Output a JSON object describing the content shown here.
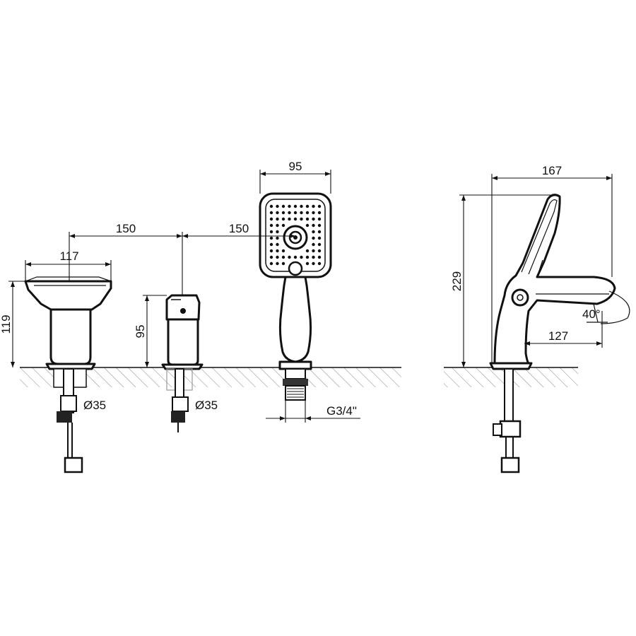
{
  "drawing": {
    "dimensions": {
      "spout_width": "117",
      "spacing_left": "150",
      "spacing_right": "150",
      "spout_height": "119",
      "handle_height": "95",
      "shower_head_width": "95",
      "diameter_left": "Ø35",
      "diameter_mid": "Ø35",
      "hose_thread": "G3/4\"",
      "side_depth": "167",
      "side_height": "229",
      "side_reach": "127",
      "side_angle": "40°"
    }
  }
}
